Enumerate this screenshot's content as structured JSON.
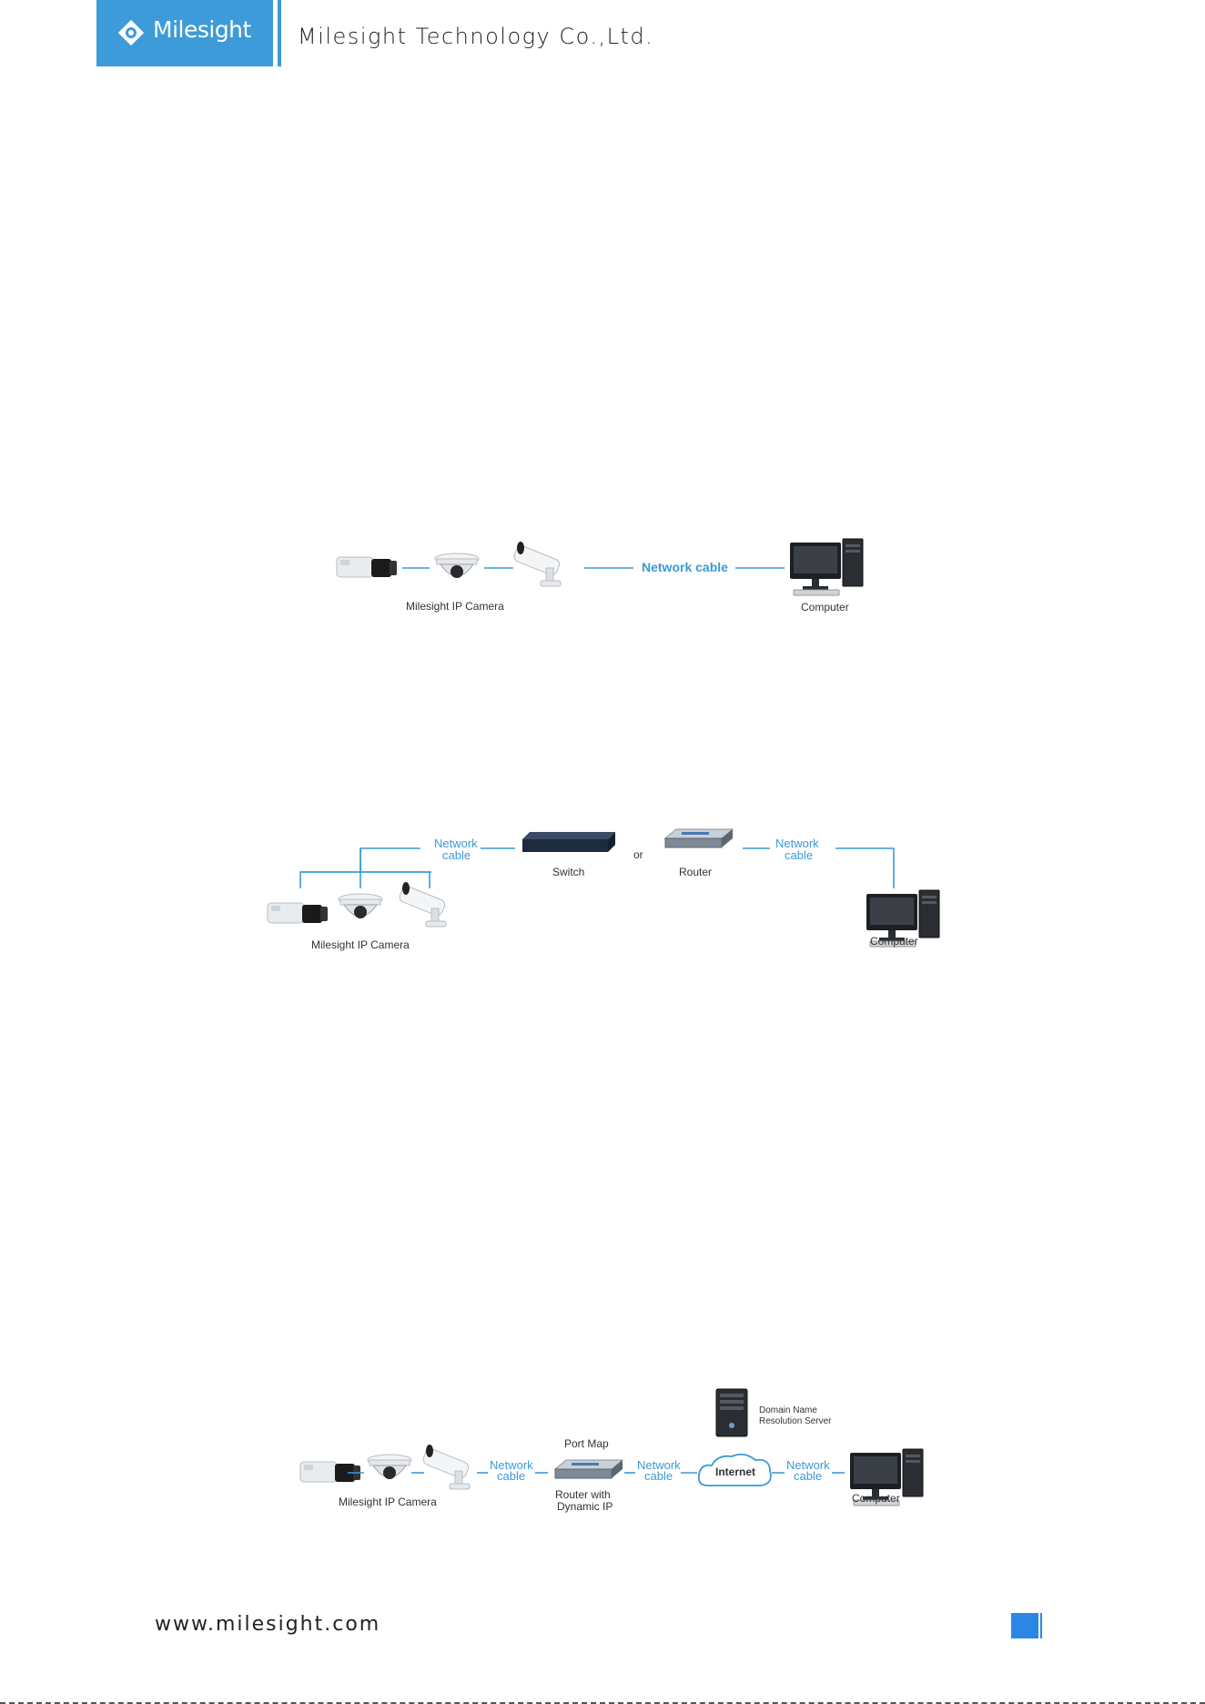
{
  "header": {
    "logo_text": "Milesight",
    "company_name": "Milesight Technology Co.,Ltd."
  },
  "diagram1": {
    "camera_label": "Milesight IP Camera",
    "cable_label": "Network cable",
    "computer_label": "Computer"
  },
  "diagram2": {
    "cable_left_line1": "Network",
    "cable_left_line2": "cable",
    "switch_label": "Switch",
    "or_label": "or",
    "router_label": "Router",
    "cable_right_line1": "Network",
    "cable_right_line2": "cable",
    "camera_label": "Milesight IP Camera",
    "computer_label": "Computer"
  },
  "diagram3": {
    "camera_label": "Milesight IP Camera",
    "cable1_line1": "Network",
    "cable1_line2": "cable",
    "port_map_label": "Port Map",
    "router_line1": "Router with",
    "router_line2": "Dynamic IP",
    "cable2_line1": "Network",
    "cable2_line2": "cable",
    "internet_label": "Internet",
    "dns_line1": "Domain Name",
    "dns_line2": "Resolution Server",
    "cable3_line1": "Network",
    "cable3_line2": "cable",
    "computer_label": "Computer"
  },
  "footer": {
    "url": "www.milesight.com"
  },
  "colors": {
    "brand_blue": "#3d9bd9",
    "cable_blue": "#3a9ad6",
    "page_badge": "#2b86e6"
  }
}
